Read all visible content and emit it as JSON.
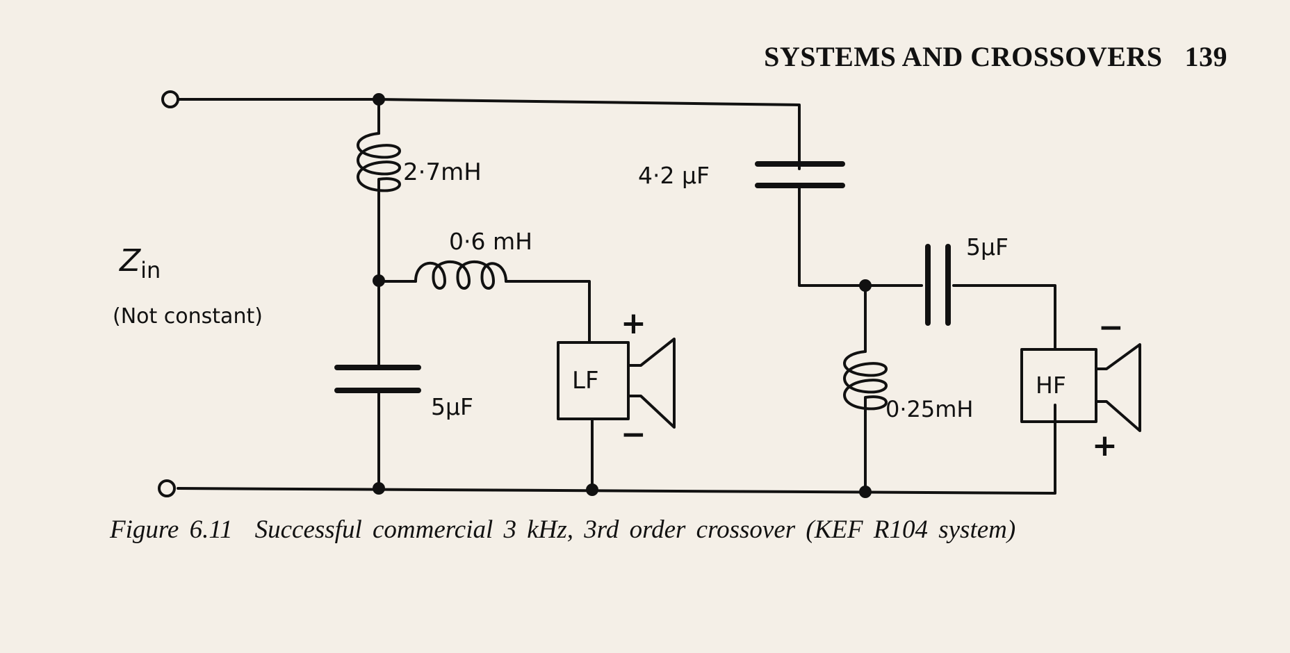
{
  "header": {
    "running_title": "SYSTEMS AND CROSSOVERS",
    "page_number": "139"
  },
  "labels": {
    "zin_main": "Z",
    "zin_sub": "in",
    "zin_note": "(Not constant)",
    "l1": "2·7mH",
    "l2": "0·6 mH",
    "c1": "5µF",
    "c2": "4·2 µF",
    "c3": "5µF",
    "l3": "0·25mH",
    "lf_driver": "LF",
    "hf_driver": "HF",
    "lf_plus": "+",
    "lf_minus": "−",
    "hf_minus": "−",
    "hf_plus": "+"
  },
  "caption": {
    "number": "Figure 6.11",
    "text": "Successful commercial 3 kHz, 3rd order crossover (KEF R104 system)"
  },
  "colors": {
    "ink": "#111111",
    "paper": "#f4efe7"
  }
}
